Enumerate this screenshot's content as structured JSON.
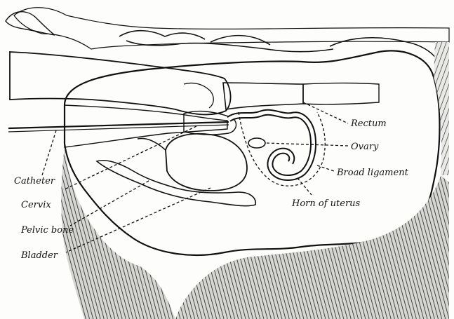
{
  "figure": {
    "labels": {
      "rectum": "Rectum",
      "ovary": "Ovary",
      "broad_ligament": "Broad ligament",
      "horn_of_uterus": "Horn of uterus",
      "catheter": "Catheter",
      "cervix": "Cervix",
      "pelvic_bone": "Pelvic bone",
      "bladder": "Bladder"
    },
    "style": {
      "ink": "#111111",
      "paper": "#fdfdfb",
      "hatch": "#2a2a2a"
    }
  }
}
